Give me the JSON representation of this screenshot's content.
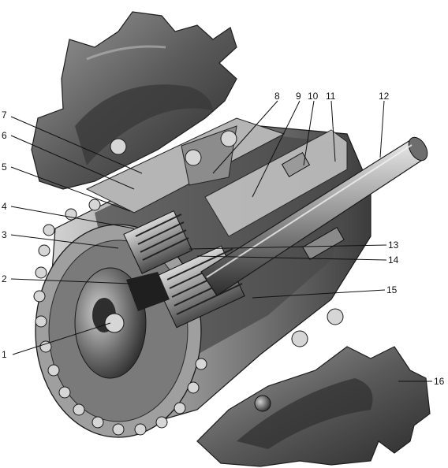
{
  "callouts": [
    {
      "id": 1,
      "label": "1"
    },
    {
      "id": 2,
      "label": "2"
    },
    {
      "id": 3,
      "label": "3"
    },
    {
      "id": 4,
      "label": "4"
    },
    {
      "id": 5,
      "label": "5"
    },
    {
      "id": 6,
      "label": "6"
    },
    {
      "id": 7,
      "label": "7"
    },
    {
      "id": 8,
      "label": "8"
    },
    {
      "id": 9,
      "label": "9"
    },
    {
      "id": 10,
      "label": "10"
    },
    {
      "id": 11,
      "label": "11"
    },
    {
      "id": 12,
      "label": "12"
    },
    {
      "id": 13,
      "label": "13"
    },
    {
      "id": 14,
      "label": "14"
    },
    {
      "id": 15,
      "label": "15"
    },
    {
      "id": 16,
      "label": "16"
    }
  ],
  "colors": {
    "background": "#ffffff",
    "metal_dark": "#3a3a3a",
    "metal_mid": "#7d7d7d",
    "metal_light": "#c9c9c9",
    "ink": "#111111"
  }
}
